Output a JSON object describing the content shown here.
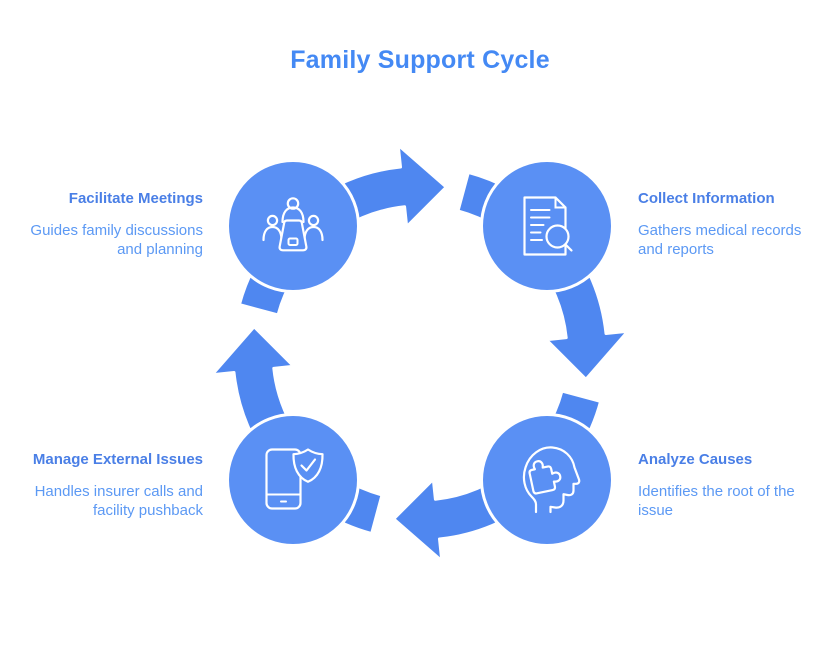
{
  "title": "Family Support Cycle",
  "colors": {
    "arrowFill": "#4F87F0",
    "nodeFill": "#5A90F4",
    "titleText": "#4489F4",
    "headingText": "#4A7FE6",
    "bodyText": "#5C99F4",
    "iconStroke": "#FFFFFF"
  },
  "steps": [
    {
      "label": "Facilitate Meetings",
      "description_lines": [
        "Guides family discussions",
        "and planning"
      ],
      "icon": "meeting-people-icon",
      "position": "top-left"
    },
    {
      "label": "Collect Information",
      "description_lines": [
        "Gathers medical records",
        "and reports"
      ],
      "icon": "document-search-icon",
      "position": "top-right"
    },
    {
      "label": "Analyze Causes",
      "description_lines": [
        "Identifies the root of the",
        "issue"
      ],
      "icon": "head-puzzle-icon",
      "position": "bottom-right"
    },
    {
      "label": "Manage External Issues",
      "description_lines": [
        "Handles insurer calls and",
        "facility pushback"
      ],
      "icon": "phone-shield-icon",
      "position": "bottom-left"
    }
  ]
}
